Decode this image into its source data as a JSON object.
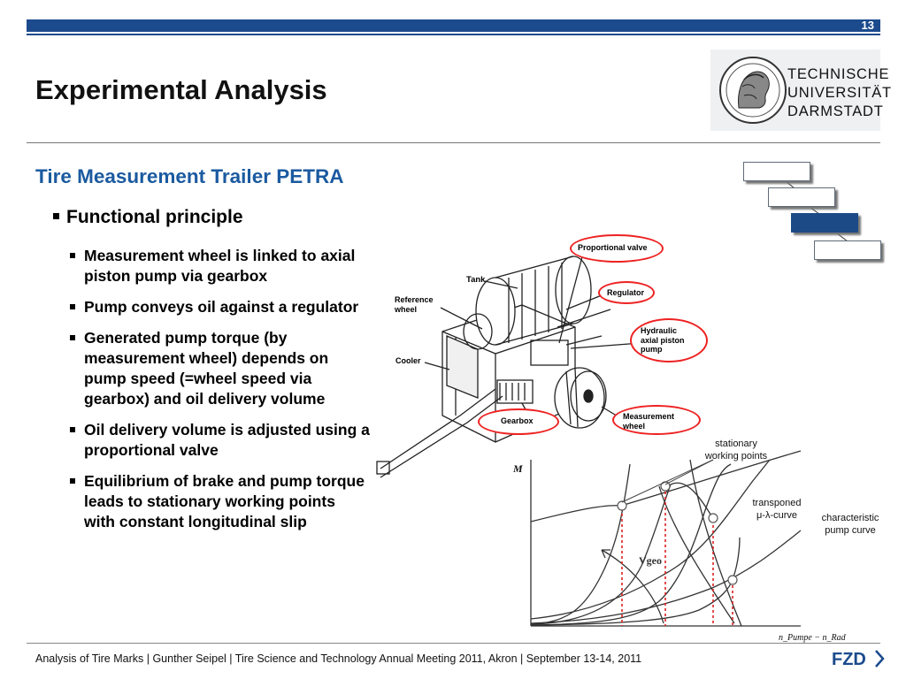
{
  "page": {
    "number": "13"
  },
  "header": {
    "title": "Experimental Analysis"
  },
  "logo": {
    "line1": "TECHNISCHE",
    "line2": "UNIVERSITÄT",
    "line3": "DARMSTADT"
  },
  "content": {
    "subtitle": "Tire Measurement Trailer PETRA",
    "level1": "Functional principle",
    "bullets": [
      "Measurement wheel is linked to axial piston pump via gearbox",
      "Pump conveys oil against a regulator",
      "Generated pump torque (by measurement wheel) depends on pump speed (=wheel speed via gearbox) and oil delivery volume",
      "Oil delivery volume is adjusted using a proportional valve",
      "Equilibrium of brake and pump torque leads to stationary working points with constant longitudinal slip"
    ]
  },
  "diagram": {
    "labels": {
      "tank": "Tank",
      "reference_wheel_1": "Reference",
      "reference_wheel_2": "wheel",
      "cooler": "Cooler"
    },
    "callouts": {
      "proportional_valve": "Proportional valve",
      "regulator": "Regulator",
      "pump_1": "Hydraulic",
      "pump_2": "axial piston",
      "pump_3": "pump",
      "gearbox": "Gearbox",
      "measurement_wheel_1": "Measurement",
      "measurement_wheel_2": "wheel"
    }
  },
  "plot": {
    "y_axis_label": "M",
    "x_axis_label": "n_Pumpe − n_Rad",
    "vgeo_label": "Vgeo",
    "stationary_1": "stationary",
    "stationary_2": "working points",
    "transponed_1": "transponed",
    "transponed_2": "μ-λ-curve",
    "characteristic_1": "characteristic",
    "characteristic_2": "pump curve"
  },
  "footer": {
    "text": "Analysis of Tire Marks | Gunther Seipel | Tire Science and Technology Annual Meeting 2011, Akron | September 13-14, 2011",
    "logo": "FZD"
  },
  "colors": {
    "brand": "#1b4b8d",
    "subtitle": "#1b5aa0",
    "callout": "#e22222",
    "marker": "#dd2222"
  }
}
